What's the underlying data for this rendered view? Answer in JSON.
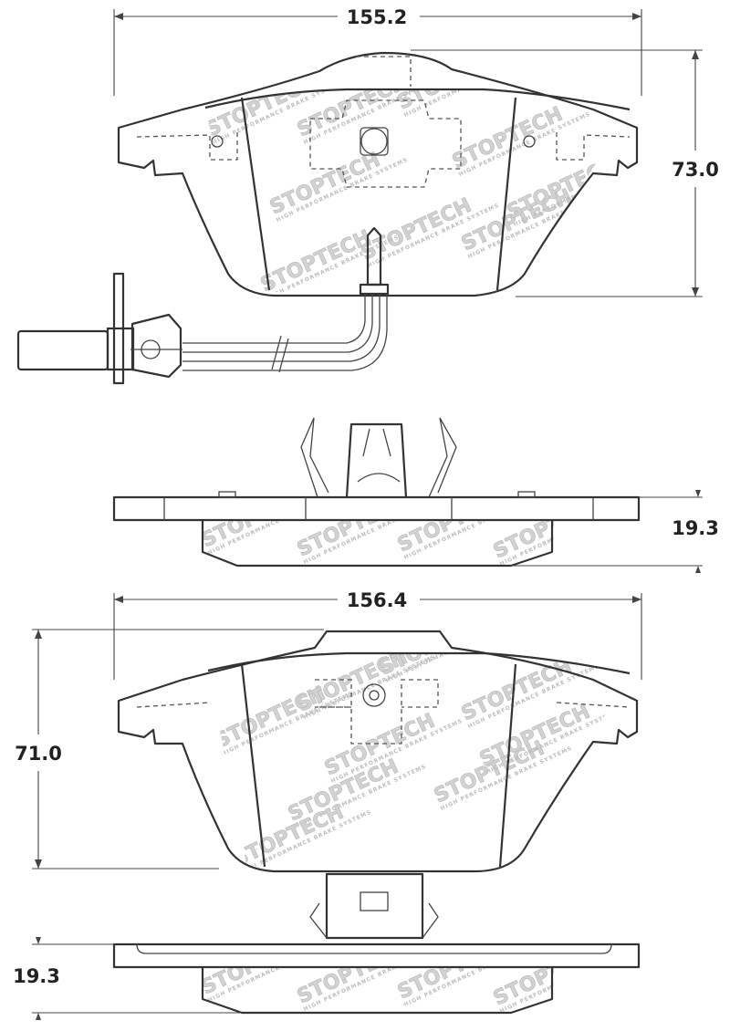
{
  "drawing": {
    "watermark": {
      "brand": "STOPTECH",
      "tagline": "HIGH PERFORMANCE BRAKE SYSTEMS"
    },
    "dimensions": {
      "outer_pad_width": "155.2",
      "outer_pad_height": "73.0",
      "outer_pad_thickness": "19.3",
      "inner_pad_width": "156.4",
      "inner_pad_height": "71.0",
      "inner_pad_thickness": "19.3"
    }
  }
}
